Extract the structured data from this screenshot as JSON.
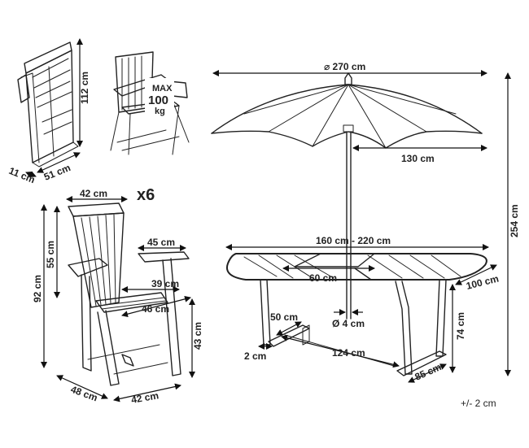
{
  "labels": {
    "umbrella_diameter": "⌀ 270 cm",
    "umbrella_radius": "130 cm",
    "total_height": "254 cm",
    "table_length": "160 cm - 220 cm",
    "table_extension": "60 cm",
    "table_width": "100 cm",
    "table_height": "74 cm",
    "pole_diameter": "Ø 4 cm",
    "base_width": "50 cm",
    "base_offset": "2 cm",
    "base_length": "124 cm",
    "base_depth": "85 cm",
    "folded_height": "112 cm",
    "folded_depth": "51 cm",
    "folded_thickness": "11 cm",
    "max_load_line1": "MAX",
    "max_load_line2": "100",
    "max_load_line3": "kg",
    "chair_count": "x6",
    "chair_back_width": "42 cm",
    "chair_height": "92 cm",
    "chair_back_height": "55 cm",
    "chair_arm_depth": "45 cm",
    "chair_seat_width": "39 cm",
    "chair_seat_depth": "46 cm",
    "chair_seat_height": "43 cm",
    "chair_depth": "48 cm",
    "chair_width": "42 cm",
    "tolerance": "+/- 2 cm"
  }
}
